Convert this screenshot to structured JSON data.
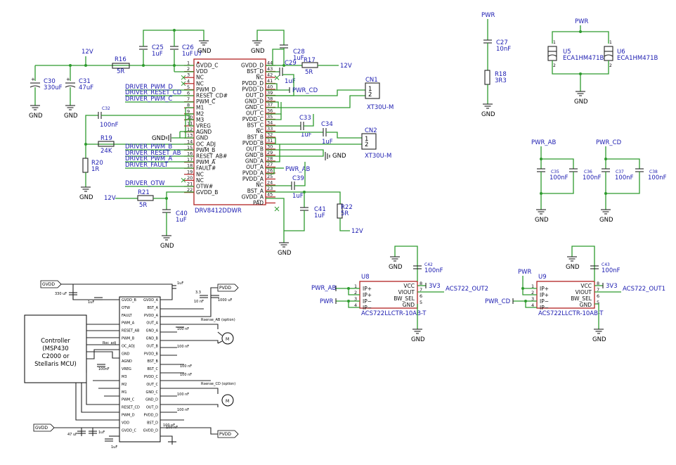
{
  "ic_u7": {
    "ref": "U7",
    "part": "DRV8412DDWR",
    "left_pins": [
      {
        "num": "1",
        "name": "GVDD_C"
      },
      {
        "num": "2",
        "name": "VDD"
      },
      {
        "num": "3",
        "name": "NC"
      },
      {
        "num": "4",
        "name": "NC"
      },
      {
        "num": "5",
        "name": "PWM_D"
      },
      {
        "num": "6",
        "name": "RESET_CD#"
      },
      {
        "num": "7",
        "name": "PWM_C"
      },
      {
        "num": "8",
        "name": "M1"
      },
      {
        "num": "9",
        "name": "M2"
      },
      {
        "num": "10",
        "name": "M3"
      },
      {
        "num": "11",
        "name": "VREG"
      },
      {
        "num": "12",
        "name": "AGND"
      },
      {
        "num": "13",
        "name": "GND"
      },
      {
        "num": "14",
        "name": "OC_ADJ"
      },
      {
        "num": "15",
        "name": "PWM_B"
      },
      {
        "num": "16",
        "name": "RESET_AB#"
      },
      {
        "num": "17",
        "name": "PWM_A"
      },
      {
        "num": "18",
        "name": "FAULT#"
      },
      {
        "num": "19",
        "name": "NC"
      },
      {
        "num": "20",
        "name": "NC"
      },
      {
        "num": "21",
        "name": "OTW#"
      },
      {
        "num": "22",
        "name": "GVDD_B"
      }
    ],
    "right_pins": [
      {
        "num": "44",
        "name": "GVDD_D"
      },
      {
        "num": "43",
        "name": "BST_D"
      },
      {
        "num": "42",
        "name": "NC"
      },
      {
        "num": "41",
        "name": "PVDD_D"
      },
      {
        "num": "40",
        "name": "PVDD_D"
      },
      {
        "num": "39",
        "name": "OUT_D"
      },
      {
        "num": "38",
        "name": "GND_D"
      },
      {
        "num": "37",
        "name": "GND_C"
      },
      {
        "num": "36",
        "name": "OUT_C"
      },
      {
        "num": "35",
        "name": "PVDD_C"
      },
      {
        "num": "34",
        "name": "BST_C"
      },
      {
        "num": "33",
        "name": "NC"
      },
      {
        "num": "32",
        "name": "BST_B"
      },
      {
        "num": "31",
        "name": "PVDD_B"
      },
      {
        "num": "30",
        "name": "OUT_B"
      },
      {
        "num": "29",
        "name": "GND_B"
      },
      {
        "num": "28",
        "name": "GND_A"
      },
      {
        "num": "27",
        "name": "OUT_A"
      },
      {
        "num": "26",
        "name": "PVDD_A"
      },
      {
        "num": "25",
        "name": "PVDD_A"
      },
      {
        "num": "24",
        "name": "NC"
      },
      {
        "num": "23",
        "name": "BST_A"
      },
      {
        "num": "45",
        "name": "GVDD_A"
      },
      {
        "num": "",
        "name": "PAD"
      }
    ]
  },
  "components": {
    "c25": {
      "ref": "C25",
      "val": "1uF"
    },
    "c26": {
      "ref": "C26",
      "val": "1uF"
    },
    "c28": {
      "ref": "C28",
      "val": "1uF"
    },
    "c29": {
      "ref": "C29",
      "val": "1uF"
    },
    "c30": {
      "ref": "C30",
      "val": "330uF"
    },
    "c31": {
      "ref": "C31",
      "val": "47uF"
    },
    "c32": {
      "ref": "C32",
      "val": "100nF"
    },
    "c33": {
      "ref": "C33",
      "val": "1uF"
    },
    "c34": {
      "ref": "C34",
      "val": "1uF"
    },
    "c39": {
      "ref": "C39",
      "val": "1uF"
    },
    "c40": {
      "ref": "C40",
      "val": "1uF"
    },
    "c41": {
      "ref": "C41",
      "val": "1uF"
    },
    "c27": {
      "ref": "C27",
      "val": "10nF"
    },
    "c35": {
      "ref": "C35",
      "val": "100nF"
    },
    "c36": {
      "ref": "C36",
      "val": "100nF"
    },
    "c37": {
      "ref": "C37",
      "val": "100nF"
    },
    "c38": {
      "ref": "C38",
      "val": "100nF"
    },
    "c42": {
      "ref": "C42",
      "val": "100nF"
    },
    "c43": {
      "ref": "C43",
      "val": "100nF"
    },
    "r16": {
      "ref": "R16",
      "val": "5R"
    },
    "r17": {
      "ref": "R17",
      "val": "5R"
    },
    "r18": {
      "ref": "R18",
      "val": "3R3"
    },
    "r19": {
      "ref": "R19",
      "val": "24K"
    },
    "r20": {
      "ref": "R20",
      "val": "1R"
    },
    "r21": {
      "ref": "R21",
      "val": "5R"
    },
    "r22": {
      "ref": "R22",
      "val": "5R"
    },
    "u5": {
      "ref": "U5",
      "val": "ECA1HM471B"
    },
    "u6": {
      "ref": "U6",
      "val": "ECA1HM471B"
    },
    "cn1": {
      "ref": "CN1",
      "val": "XT30U-M"
    },
    "cn2": {
      "ref": "CN2",
      "val": "XT30U-M"
    }
  },
  "sensors": [
    {
      "ref": "U8",
      "part": "ACS722LLCTR-10AB-T",
      "in1": "PWR_AB",
      "in2": "PWR",
      "out": "ACS722_OUT2",
      "pins_l": [
        {
          "num": "1",
          "name": "IP+"
        },
        {
          "num": "2",
          "name": "IP+"
        },
        {
          "num": "3",
          "name": "IP−"
        },
        {
          "num": "4",
          "name": "IP−"
        }
      ],
      "pins_r": [
        {
          "num": "8",
          "name": "VCC"
        },
        {
          "num": "7",
          "name": "VIOUT"
        },
        {
          "num": "6",
          "name": "BW_SEL"
        },
        {
          "num": "5",
          "name": "GND"
        }
      ]
    },
    {
      "ref": "U9",
      "part": "ACS722LLCTR-10AB-T",
      "in1": "PWR",
      "in2": "PWR_CD",
      "out": "ACS722_OUT1",
      "pins_l": [
        {
          "num": "1",
          "name": "IP+"
        },
        {
          "num": "2",
          "name": "IP+"
        },
        {
          "num": "3",
          "name": "IP−"
        },
        {
          "num": "4",
          "name": "IP−"
        }
      ],
      "pins_r": [
        {
          "num": "8",
          "name": "VCC"
        },
        {
          "num": "7",
          "name": "VIOUT"
        },
        {
          "num": "6",
          "name": "BW_SEL"
        },
        {
          "num": "5",
          "name": "GND"
        }
      ]
    }
  ],
  "nets": {
    "gnd": "GND",
    "pwr": "PWR",
    "v12": "12V",
    "v3v3": "3V3",
    "pwr_cd": "PWR_CD",
    "pwr_ab": "PWR_AB",
    "drv_pwm_d": "DRIVER_PWM_D",
    "drv_reset_cd": "DRIVER_RESET_CD",
    "drv_pwm_c": "DRIVER_PWM_C",
    "drv_pwm_b": "DRIVER_PWM_B",
    "drv_reset_ab": "DRIVER_RESET_AB",
    "drv_pwm_a": "DRIVER_PWM_A",
    "drv_fault": "DRIVER_FAULT",
    "drv_otw": "DRIVER_OTW",
    "cn_p1": "1",
    "cn_p2": "2"
  },
  "reference": {
    "controller_lines": [
      "Controller",
      "(MSP430",
      "C2000 or",
      "Stellaris MCU)"
    ],
    "gvdd": "GVDD",
    "pvdd": "PVDD",
    "left_pins": [
      "GVDD_B",
      "OTW",
      "FAULT",
      "PWM_A",
      "RESET_AB",
      "PWM_B",
      "OC_ADJ",
      "GND",
      "AGND",
      "VREG",
      "M3",
      "M2",
      "M1",
      "PWM_C",
      "RESET_CD",
      "PWM_D",
      "VDD",
      "GVDD_C"
    ],
    "right_pins": [
      "GVDD_A",
      "BST_A",
      "PVDD_A",
      "OUT_A",
      "GND_A",
      "GND_B",
      "OUT_B",
      "PVDD_B",
      "BST_B",
      "BST_C",
      "PVDD_C",
      "OUT_C",
      "GND_C",
      "GND_D",
      "OUT_D",
      "PVDD_D",
      "BST_D",
      "GVDD_D"
    ],
    "rsense_ab": "Rsense_AB (option)",
    "rsense_cd": "Rsense_CD (option)",
    "roc_adj": "Roc_adj",
    "motor": "M",
    "labels": {
      "c330": "330 uF",
      "c1u": "1uF",
      "c47": "47 uF",
      "c100n": "100nF",
      "c10n": "10 nF",
      "c1000": "1000 uF",
      "c100nf": "100 nF",
      "v33": "3.3"
    }
  }
}
